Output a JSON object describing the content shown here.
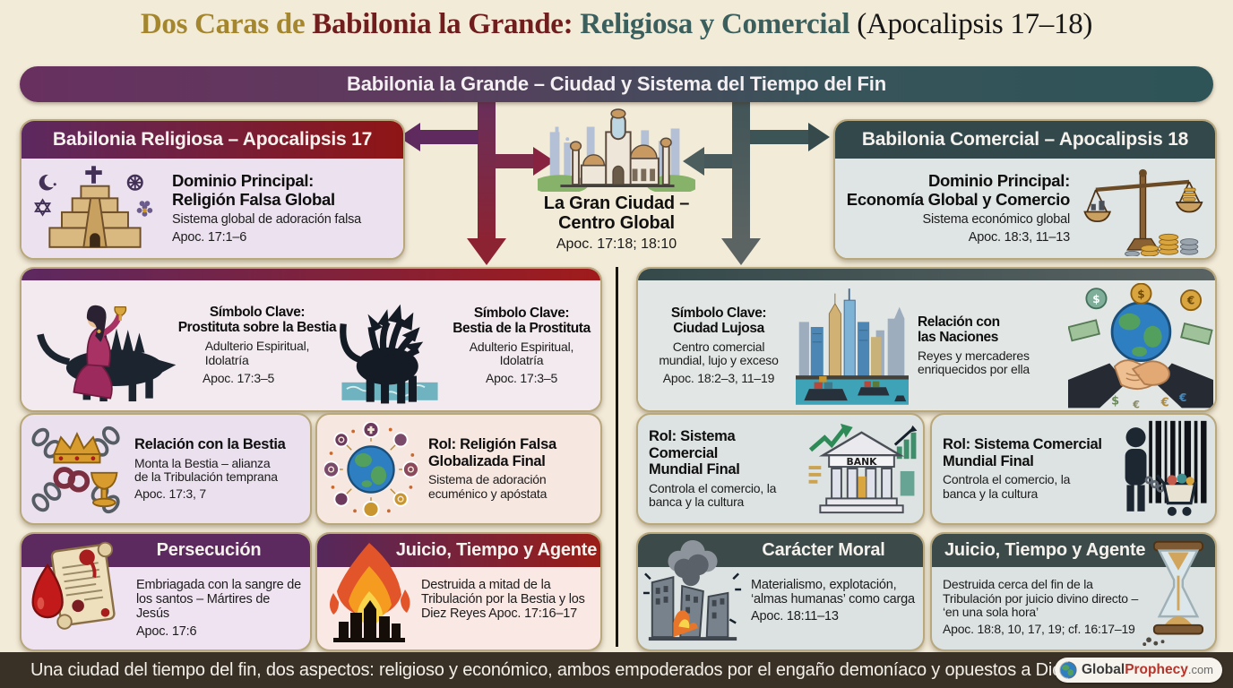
{
  "title": {
    "prefix": "Dos Caras de ",
    "main": "Babilonia la Grande:",
    "middle": " Religiosa y Comercial ",
    "suffix": "(Apocalipsis 17–18)"
  },
  "banner": {
    "text": "Babilonia la Grande – Ciudad y Sistema del Tiempo del Fin"
  },
  "center_city": {
    "title": "La Gran Ciudad –\nCentro Global",
    "ref": "Apoc. 17:18; 18:10"
  },
  "religious": {
    "header": "Babilonia Religiosa – Apocalipsis 17",
    "dominio": {
      "title": "Dominio Principal:\nReligión Falsa Global",
      "desc": "Sistema global de adoración falsa",
      "ref": "Apoc. 17:1–6"
    },
    "simbolo_prostituta": {
      "title": "Símbolo Clave:\nProstituta sobre la Bestia",
      "desc": "Adulterio Espiritual,\nIdolatría",
      "ref": "Apoc. 17:3–5"
    },
    "simbolo_bestia": {
      "title": "Símbolo Clave:\nBestia de la Prostituta",
      "desc": "Adulterio Espiritual,\nIdolatría",
      "ref": "Apoc. 17:3–5"
    },
    "relacion_bestia": {
      "title": "Relación con la Bestia",
      "desc": "Monta la Bestia – alianza\nde la Tribulación temprana",
      "ref": "Apoc. 17:3, 7"
    },
    "rol": {
      "title": "Rol: Religión Falsa\nGlobalizada Final",
      "desc": "Sistema de adoración\necuménico y apóstata"
    },
    "persecucion": {
      "title": "Persecución",
      "desc": "Embriagada con la sangre de\nlos santos – Mártires de Jesús",
      "ref": "Apoc. 17:6"
    },
    "juicio": {
      "title": "Juicio, Tiempo y Agente",
      "desc": "Destruida a mitad de la\nTribulación por la Bestia y los\nDiez Reyes Apoc. 17:16–17"
    }
  },
  "commercial": {
    "header": "Babilonia Comercial – Apocalipsis 18",
    "dominio": {
      "title": "Dominio Principal:\nEconomía Global y Comercio",
      "desc": "Sistema económico global",
      "ref": "Apoc. 18:3, 11–13"
    },
    "simbolo_ciudad": {
      "title": "Símbolo Clave:\nCiudad Lujosa",
      "desc": "Centro comercial\nmundial, lujo y exceso",
      "ref": "Apoc. 18:2–3, 11–19"
    },
    "relacion_naciones": {
      "title": "Relación con\nlas Naciones",
      "desc": "Reyes y mercaderes\nenriquecidos por ella"
    },
    "rol_banca": {
      "title": "Rol: Sistema Comercial\nMundial Final",
      "desc": "Controla el comercio, la\nbanca y la cultura",
      "bank_label": "BANK"
    },
    "rol_comercio": {
      "title": "Rol: Sistema Comercial\nMundial Final",
      "desc": "Controla el comercio, la\nbanca y la cultura"
    },
    "caracter_moral": {
      "title": "Carácter Moral",
      "desc": "Materialismo, explotación,\n‘almas humanas’ como carga",
      "ref": "Apoc. 18:11–13"
    },
    "juicio": {
      "title": "Juicio, Tiempo y Agente",
      "desc": "Destruida cerca del fin de la Tribulación por juicio divino directo – ‘en una sola hora’",
      "ref": "Apoc. 18:8, 10, 17, 19; cf. 16:17–19"
    }
  },
  "footer": {
    "text": "Una ciudad del tiempo del fin, dos aspectos: religioso y económico, ambos empoderados por el engaño demoníaco y opuestos a Dios.",
    "logo": {
      "global": "Global",
      "prophecy": "Prophecy",
      "com": ".com"
    }
  },
  "colors": {
    "background": "#f2ebd8",
    "religious_purple": "#5c2960",
    "religious_red": "#8f1515",
    "commercial_slate": "#32484b",
    "banner_purple": "#68305f",
    "banner_teal": "#2e5457",
    "title_gold": "#a3862e",
    "title_red": "#701d1d",
    "title_teal": "#3b5f5d",
    "footer_brown": "#3a3126",
    "logo_red": "#b5352c"
  }
}
